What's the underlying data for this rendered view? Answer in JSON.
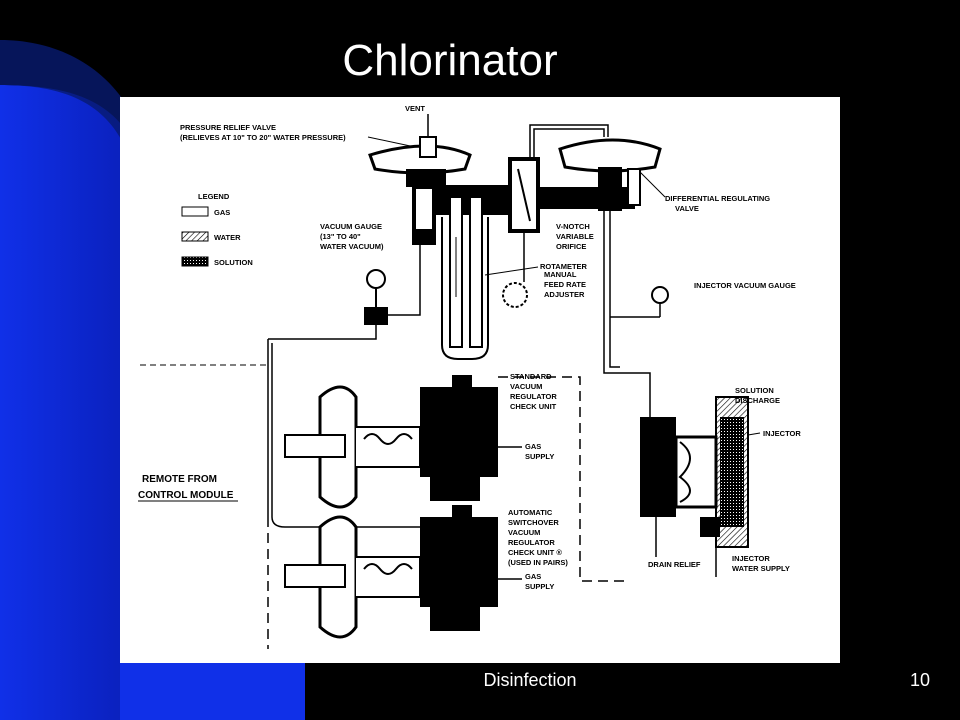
{
  "slide": {
    "title": "Chlorinator",
    "footer": "Disinfection",
    "page_number": "10"
  },
  "colors": {
    "background": "#000000",
    "accent_blue": "#1030e8",
    "text": "#ffffff"
  },
  "diagram": {
    "top_labels": {
      "vent": "VENT",
      "pressure_relief_1": "PRESSURE RELIEF VALVE",
      "pressure_relief_2": "(RELIEVES AT 10\" TO 20\" WATER PRESSURE)",
      "differential_1": "DIFFERENTIAL REGULATING",
      "differential_2": "VALVE"
    },
    "legend": {
      "title": "LEGEND",
      "items": [
        {
          "pattern": "gas",
          "label": "GAS"
        },
        {
          "pattern": "water",
          "label": "WATER"
        },
        {
          "pattern": "solution",
          "label": "SOLUTION"
        }
      ]
    },
    "vacuum_gauge": {
      "line1": "VACUUM GAUGE",
      "line2": "(13\" TO 40\"",
      "line3": "WATER VACUUM)"
    },
    "v_notch": {
      "line1": "V-NOTCH",
      "line2": "VARIABLE",
      "line3": "ORIFICE"
    },
    "rotameter": "ROTAMETER",
    "manual_feed": {
      "line1": "MANUAL",
      "line2": "FEED RATE",
      "line3": "ADJUSTER"
    },
    "injector_vacuum_gauge": "INJECTOR VACUUM GAUGE",
    "standard_regulator": {
      "line1": "STANDARD",
      "line2": "VACUUM",
      "line3": "REGULATOR",
      "line4": "CHECK UNIT"
    },
    "gas_supply_1": {
      "line1": "GAS",
      "line2": "SUPPLY"
    },
    "remote": {
      "line1": "REMOTE FROM",
      "line2": "CONTROL MODULE"
    },
    "auto_switchover": {
      "line1": "AUTOMATIC",
      "line2": "SWITCHOVER",
      "line3": "VACUUM",
      "line4": "REGULATOR",
      "line5": "CHECK UNIT ®",
      "line6": "(USED IN PAIRS)"
    },
    "gas_supply_2": {
      "line1": "GAS",
      "line2": "SUPPLY"
    },
    "solution_discharge": {
      "line1": "SOLUTION",
      "line2": "DISCHARGE"
    },
    "injector": "INJECTOR",
    "drain_relief": "DRAIN RELIEF",
    "injector_water": {
      "line1": "INJECTOR",
      "line2": "WATER SUPPLY"
    }
  }
}
